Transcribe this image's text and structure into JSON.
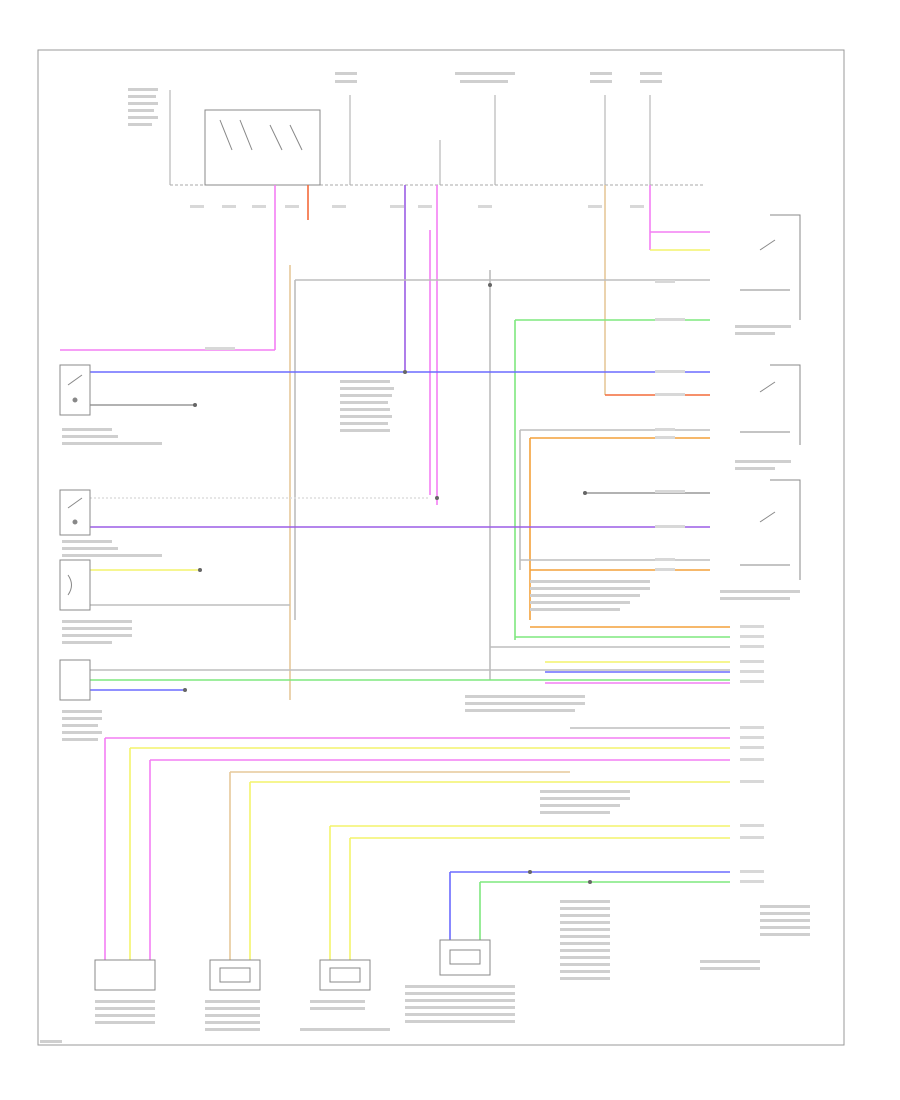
{
  "diagram": {
    "page_id": "",
    "colors": {
      "pink": "#f37ef3",
      "blue": "#6b6bff",
      "violet": "#9b5de5",
      "yellow": "#f3f36b",
      "green": "#7fe87f",
      "orange": "#f3a13a",
      "red": "#f36b3a",
      "tan": "#e6c89a",
      "grey": "#bdbdbd",
      "frame": "#999999"
    },
    "components": [
      {
        "key": "fuse-panel",
        "icon": "fuse-box-icon"
      },
      {
        "key": "left-switch-upper",
        "icon": "switch-icon"
      },
      {
        "key": "left-switch-middle",
        "icon": "switch-icon"
      },
      {
        "key": "lower-left-module",
        "icon": "connector-icon"
      },
      {
        "key": "sensor-1",
        "icon": "sensor-icon"
      },
      {
        "key": "sensor-2",
        "icon": "sensor-icon"
      },
      {
        "key": "sensor-3",
        "icon": "sensor-icon"
      },
      {
        "key": "sensor-4",
        "icon": "sensor-icon"
      },
      {
        "key": "right-relay-1",
        "icon": "relay-icon"
      },
      {
        "key": "right-relay-2",
        "icon": "relay-icon"
      },
      {
        "key": "right-relay-3",
        "icon": "relay-icon"
      }
    ]
  }
}
